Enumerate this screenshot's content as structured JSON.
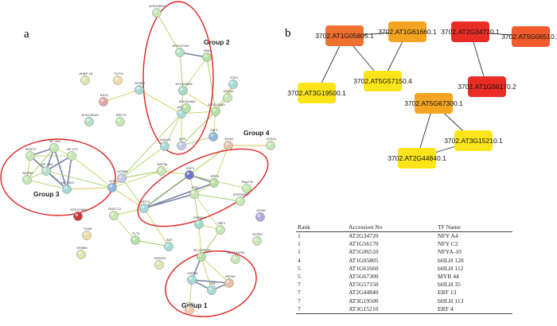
{
  "panel_labels": {
    "a": "a",
    "b": "b"
  },
  "network_a": {
    "groups": [
      {
        "id": "g1",
        "label": "Group 1"
      },
      {
        "id": "g2",
        "label": "Group 2"
      },
      {
        "id": "g3",
        "label": "Group 3"
      },
      {
        "id": "g4",
        "label": "Group 4"
      }
    ],
    "nodes": [
      {
        "id": "at5g06510",
        "label": "AT5G06510",
        "color": "#c8e6b4"
      },
      {
        "id": "at5g57150",
        "label": "AT5G57150",
        "color": "#b8e0c8"
      },
      {
        "id": "bim2",
        "label": "BIM2",
        "color": "#b7dfa6"
      },
      {
        "id": "at1g05805",
        "label": "AT1G05805",
        "color": "#a8d8c8"
      },
      {
        "id": "une10",
        "label": "UNE10",
        "color": "#a7d9d7"
      },
      {
        "id": "at1g61660",
        "label": "AT1G61660",
        "color": "#b9e0a8"
      },
      {
        "id": "at2g43140",
        "label": "AT2G43140",
        "color": "#b7dfa6"
      },
      {
        "id": "une12",
        "label": "UNE12",
        "color": "#c8e6b4"
      },
      {
        "id": "tdr1",
        "label": "TDR1",
        "color": "#a8d8d8"
      },
      {
        "id": "zaf1",
        "label": "ZAF1",
        "color": "#8fb8e0"
      },
      {
        "id": "ilr3",
        "label": "ILR3",
        "color": "#c3c7ea"
      },
      {
        "id": "ataa11",
        "label": "ATAA11",
        "color": "#a7d9d7"
      },
      {
        "id": "myb57",
        "label": "MYB57",
        "color": "#a8d8d8"
      },
      {
        "id": "ahbp1b",
        "label": "AHBP-1B",
        "color": "#e0e5b0"
      },
      {
        "id": "tcp11",
        "label": "TCP11",
        "color": "#f0dca8"
      },
      {
        "id": "rax2",
        "label": "RAX2",
        "color": "#e0a8a8"
      },
      {
        "id": "at4g28140",
        "label": "AT4G28140",
        "color": "#b8e0c8"
      },
      {
        "id": "erf73",
        "label": "ERF73",
        "color": "#c8e6b4"
      },
      {
        "id": "bzip17",
        "label": "BZIP17",
        "color": "#c8e6b4"
      },
      {
        "id": "nfyc2",
        "label": "NF-YC2",
        "color": "#c8e6b4"
      },
      {
        "id": "nfya4",
        "label": "NF-YA4",
        "color": "#c8e6b4"
      },
      {
        "id": "nfyb4",
        "label": "NF-YB4",
        "color": "#b8e0c8"
      },
      {
        "id": "bzip60",
        "label": "BZIP60",
        "color": "#c8e6b4"
      },
      {
        "id": "nfya10",
        "label": "NF-YA10",
        "color": "#a8d8d8"
      },
      {
        "id": "lec2",
        "label": "LEC2",
        "color": "#8fb8e0"
      },
      {
        "id": "myb84",
        "label": "MYB84",
        "color": "#c3c7ea"
      },
      {
        "id": "erf38",
        "label": "ERF38",
        "color": "#c8e6b4"
      },
      {
        "id": "myb1",
        "label": "MYB1",
        "color": "#e8c0a8"
      },
      {
        "id": "erf3",
        "label": "ERF3",
        "color": "#6f78c8"
      },
      {
        "id": "erf4",
        "label": "ERF4",
        "color": "#b7dfa6"
      },
      {
        "id": "ice1",
        "label": "ICE1",
        "color": "#c8e6b4"
      },
      {
        "id": "erf13",
        "label": "ERF13",
        "color": "#a8d8d8"
      },
      {
        "id": "rap23l",
        "label": "Rap2.3L",
        "color": "#c8e6b4"
      },
      {
        "id": "at5g60910",
        "label": "AT5G60910",
        "color": "#c8e6b4"
      },
      {
        "id": "at5gx",
        "label": "AT5Gx",
        "color": "#c8e6b4"
      },
      {
        "id": "myb5",
        "label": "MYB5",
        "color": "#b8a8e0"
      },
      {
        "id": "myb37",
        "label": "MYB37",
        "color": "#c8e6b4"
      },
      {
        "id": "at3g19500",
        "label": "AT3G19500",
        "color": "#c8383a"
      },
      {
        "id": "rap212",
        "label": "RAP2.12",
        "color": "#c8e6b4"
      },
      {
        "id": "tga6",
        "label": "TGA6",
        "color": "#f0dca8"
      },
      {
        "id": "plt2",
        "label": "PLT2",
        "color": "#b7dfa6"
      },
      {
        "id": "myb59",
        "label": "MYB59",
        "color": "#e0e5b0"
      },
      {
        "id": "gata23",
        "label": "GATA23",
        "color": "#e0e5b0"
      },
      {
        "id": "ant",
        "label": "ANT",
        "color": "#a8d8d8"
      },
      {
        "id": "dreb1a",
        "label": "DREB1A",
        "color": "#a8d8c8"
      },
      {
        "id": "cbf1",
        "label": "CBF1",
        "color": "#c8e6b4"
      },
      {
        "id": "at4g16750",
        "label": "AT4G16750",
        "color": "#c8e6b4"
      },
      {
        "id": "athsfb2b",
        "label": "AT-HSFB2B",
        "color": "#b7dfa6"
      },
      {
        "id": "hsfb4",
        "label": "HSFB4",
        "color": "#a7d9d7"
      },
      {
        "id": "hsfa9",
        "label": "HSFA9",
        "color": "#e8c0a8"
      },
      {
        "id": "hsf",
        "label": "HSF",
        "color": "#a8d8d8"
      },
      {
        "id": "cga1",
        "label": "CGA1",
        "color": "#f0c8a8"
      }
    ]
  },
  "network_b": {
    "nodes": [
      {
        "id": "b1",
        "label": "3702.AT1G05805.1",
        "color": "#f07030"
      },
      {
        "id": "b2",
        "label": "3702.AT1G61660.1",
        "color": "#f3a522"
      },
      {
        "id": "b3",
        "label": "3702.AT2G34720.1",
        "color": "#ea2c26"
      },
      {
        "id": "b4",
        "label": "3702.AT5G06510.2",
        "color": "#f05a2c"
      },
      {
        "id": "b5",
        "label": "3702.AT5G57150.4",
        "color": "#fbe51a"
      },
      {
        "id": "b6",
        "label": "3702.AT3G19500.1",
        "color": "#fbe51a"
      },
      {
        "id": "b7",
        "label": "3702.AT1G56170.2",
        "color": "#ea2c26"
      },
      {
        "id": "b8",
        "label": "3702.AT5G67300.1",
        "color": "#f3a522"
      },
      {
        "id": "b9",
        "label": "3702.AT3G15210.1",
        "color": "#fbe51a"
      },
      {
        "id": "b10",
        "label": "3702.AT2G44840.1",
        "color": "#fbe51a"
      }
    ]
  },
  "table": {
    "headers": {
      "rank": "Rank",
      "accession": "Accession No",
      "tf": "TF Name"
    },
    "rows": [
      {
        "rank": "1",
        "accession": "AT2G34720",
        "tf": "NFY A4"
      },
      {
        "rank": "1",
        "accession": "AT1G56170",
        "tf": "NFY C2"
      },
      {
        "rank": "1",
        "accession": "AT5G06510",
        "tf": "NFYA-10"
      },
      {
        "rank": "4",
        "accession": "AT1G05805",
        "tf": "bHLH 128"
      },
      {
        "rank": "5",
        "accession": "AT1G61660",
        "tf": "bHLH 112"
      },
      {
        "rank": "5",
        "accession": "AT5G67300",
        "tf": "MYB 44"
      },
      {
        "rank": "7",
        "accession": "AT5G57150",
        "tf": "bHLH 35"
      },
      {
        "rank": "7",
        "accession": "AT2G44840",
        "tf": "ERF 13"
      },
      {
        "rank": "7",
        "accession": "AT3G19500",
        "tf": "bHLH 113"
      },
      {
        "rank": "7",
        "accession": "AT3G15210",
        "tf": "ERF 4"
      }
    ]
  }
}
